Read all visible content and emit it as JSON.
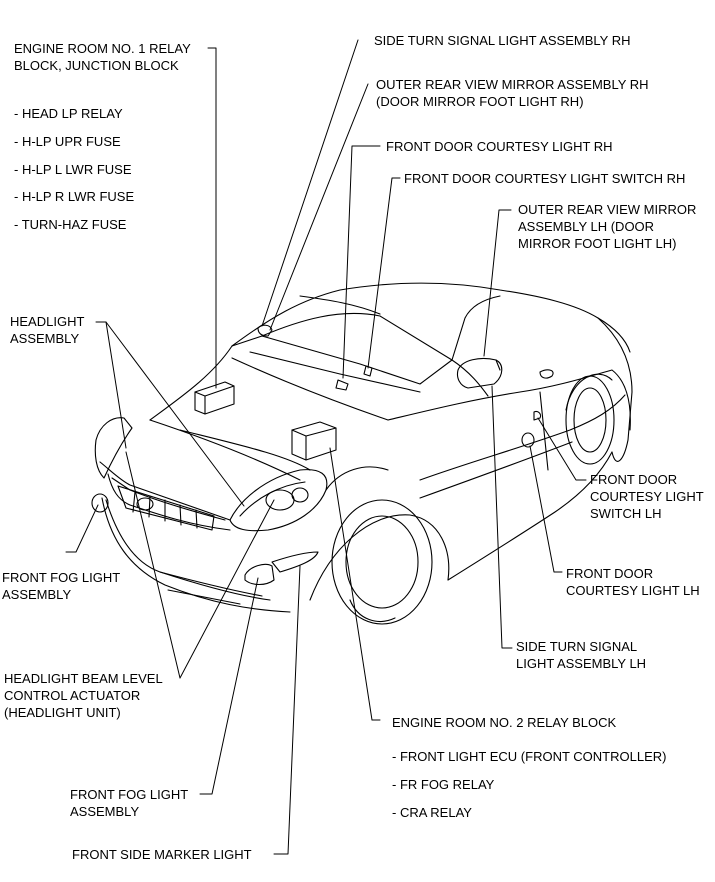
{
  "labels": {
    "relay_block_1": [
      "ENGINE ROOM NO. 1 RELAY",
      "BLOCK, JUNCTION BLOCK"
    ],
    "relay_block_1_items": [
      "- HEAD LP RELAY",
      "- H-LP UPR FUSE",
      "- H-LP L LWR FUSE",
      "- H-LP R LWR FUSE",
      "- TURN-HAZ FUSE"
    ],
    "headlight_assembly": [
      "HEADLIGHT",
      "ASSEMBLY"
    ],
    "front_fog_light_left": [
      "FRONT FOG LIGHT",
      "ASSEMBLY"
    ],
    "beam_level_actuator": [
      "HEADLIGHT BEAM LEVEL",
      "CONTROL ACTUATOR",
      "(HEADLIGHT UNIT)"
    ],
    "front_fog_light_bottom": [
      "FRONT FOG LIGHT",
      "ASSEMBLY"
    ],
    "front_side_marker": "FRONT SIDE MARKER LIGHT",
    "side_turn_rh": "SIDE TURN SIGNAL LIGHT ASSEMBLY RH",
    "mirror_rh": [
      "OUTER REAR VIEW MIRROR ASSEMBLY RH",
      "(DOOR MIRROR FOOT LIGHT RH)"
    ],
    "courtesy_light_rh": "FRONT DOOR COURTESY LIGHT RH",
    "courtesy_switch_rh": "FRONT DOOR COURTESY LIGHT SWITCH RH",
    "mirror_lh": [
      "OUTER REAR VIEW MIRROR",
      "ASSEMBLY LH (DOOR",
      "MIRROR FOOT LIGHT LH)"
    ],
    "courtesy_switch_lh": [
      "FRONT DOOR",
      "COURTESY LIGHT",
      "SWITCH LH"
    ],
    "courtesy_light_lh": [
      "FRONT DOOR",
      "COURTESY LIGHT LH"
    ],
    "side_turn_lh": [
      "SIDE TURN SIGNAL",
      "LIGHT ASSEMBLY LH"
    ],
    "relay_block_2": "ENGINE ROOM NO. 2 RELAY BLOCK",
    "relay_block_2_items": [
      "- FRONT LIGHT ECU (FRONT CONTROLLER)",
      "- FR FOG RELAY",
      "- CRA RELAY"
    ]
  }
}
